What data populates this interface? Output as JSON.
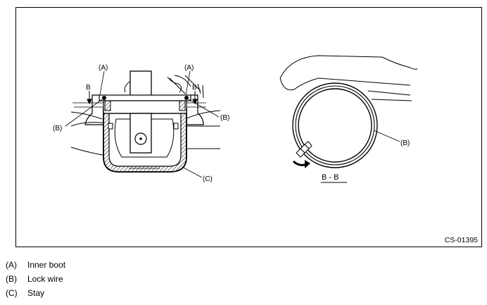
{
  "figure": {
    "code": "CS-01395",
    "callouts": {
      "a_left": "(A)",
      "a_right": "(A)",
      "b_left": "(B)",
      "b_right": "(B)",
      "b_ring": "(B)",
      "c_stay": "(C)",
      "section_arrow_left": "B",
      "section_arrow_right": "B"
    },
    "section_title": "B - B"
  },
  "legend": [
    {
      "key": "(A)",
      "text": "Inner boot"
    },
    {
      "key": "(B)",
      "text": "Lock wire"
    },
    {
      "key": "(C)",
      "text": "Stay"
    }
  ]
}
